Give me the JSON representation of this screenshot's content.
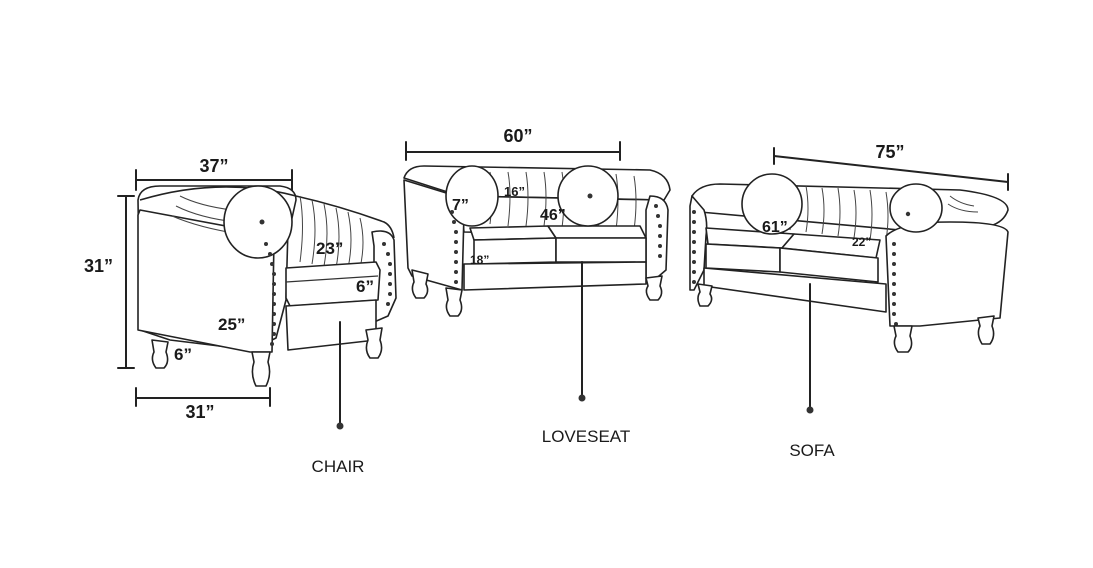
{
  "chair": {
    "label": "CHAIR",
    "width": "37”",
    "height": "31”",
    "depth": "31”",
    "back_height": "23”",
    "seat_height": "25”",
    "cushion": "6”",
    "leg": "6”"
  },
  "loveseat": {
    "label": "LOVESEAT",
    "width": "60”",
    "seat_width": "46”",
    "back_height": "16”",
    "arm": "7”",
    "seat_height": "18”"
  },
  "sofa": {
    "label": "SOFA",
    "width": "75”",
    "seat_width": "61”",
    "seat_depth": "22”"
  }
}
